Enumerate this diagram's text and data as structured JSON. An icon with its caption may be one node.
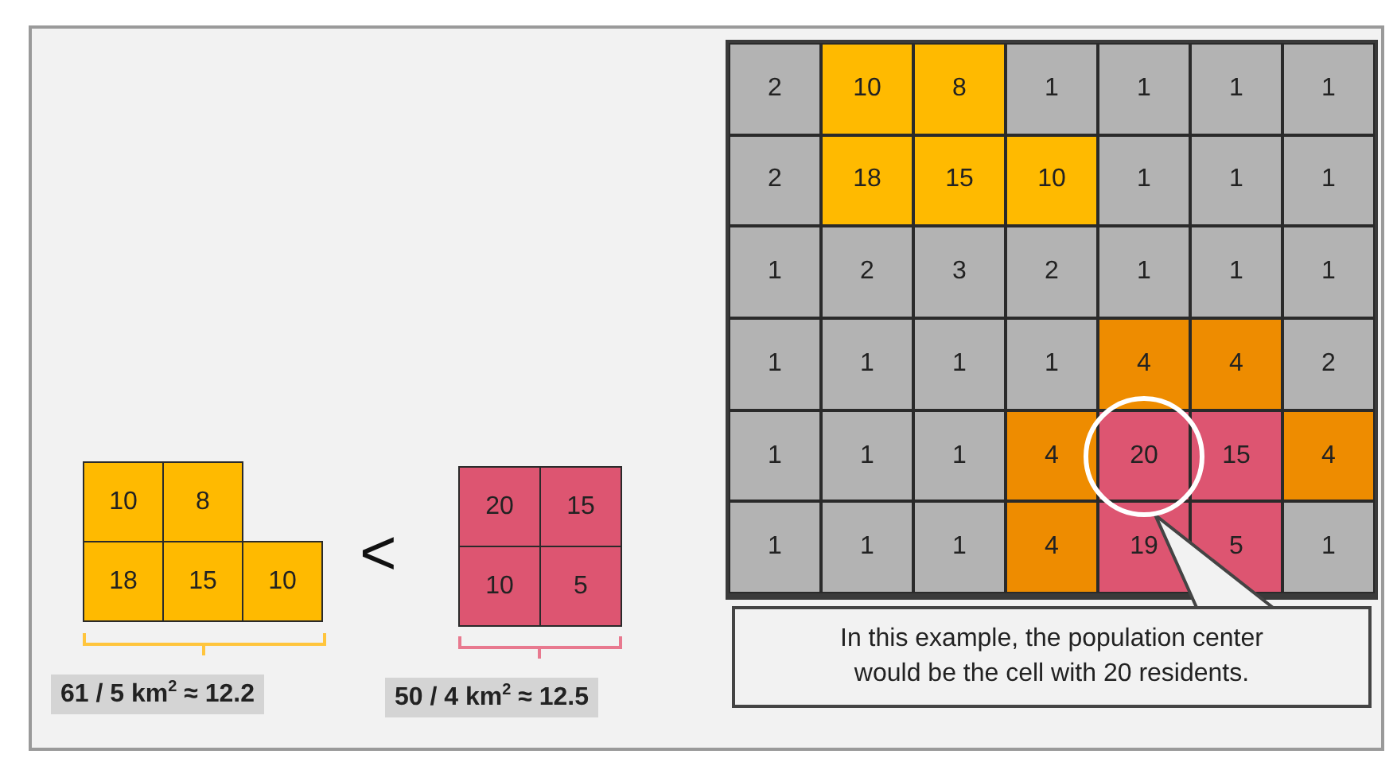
{
  "diagram": {
    "nodes": [
      {
        "text": [
          "2"
        ]
      },
      {
        "text": [
          "10"
        ]
      },
      {
        "text": [
          "8"
        ]
      },
      {
        "text": [
          "1"
        ]
      },
      {
        "text": [
          "1"
        ]
      },
      {
        "text": [
          "1"
        ]
      },
      {
        "text": [
          "1"
        ]
      },
      {
        "text": [
          "2"
        ]
      },
      {
        "text": [
          "18"
        ]
      },
      {
        "text": [
          "15"
        ]
      },
      {
        "text": [
          "10"
        ]
      },
      {
        "text": [
          "1"
        ]
      },
      {
        "text": [
          "1"
        ]
      },
      {
        "text": [
          "1"
        ]
      },
      {
        "text": [
          "1"
        ]
      },
      {
        "text": [
          "2"
        ]
      },
      {
        "text": [
          "3"
        ]
      },
      {
        "text": [
          "2"
        ]
      },
      {
        "text": [
          "1"
        ]
      },
      {
        "text": [
          "1"
        ]
      },
      {
        "text": [
          "1"
        ]
      },
      {
        "text": [
          "1"
        ]
      },
      {
        "text": [
          "1"
        ]
      },
      {
        "text": [
          "1"
        ]
      },
      {
        "text": [
          "1"
        ]
      },
      {
        "text": [
          "4"
        ]
      },
      {
        "text": [
          "4"
        ]
      },
      {
        "text": [
          "2"
        ]
      },
      {
        "text": [
          "1"
        ]
      },
      {
        "text": [
          "1"
        ]
      },
      {
        "text": [
          "1"
        ]
      },
      {
        "text": [
          "4"
        ]
      },
      {
        "text": [
          "20"
        ]
      },
      {
        "text": [
          "15"
        ]
      },
      {
        "text": [
          "4"
        ]
      },
      {
        "text": [
          "1"
        ]
      },
      {
        "text": [
          "1"
        ]
      },
      {
        "text": [
          "1"
        ]
      },
      {
        "text": [
          "4"
        ]
      },
      {
        "text": [
          "19"
        ]
      },
      {
        "text": [
          "5"
        ]
      },
      {
        "text": [
          "1"
        ]
      },
      {
        "text": [
          "In this example, the population center would be the cell with 20 residents."
        ]
      },
      {
        "text": [
          "10"
        ]
      },
      {
        "text": [
          "8"
        ]
      },
      {
        "text": [
          "18"
        ]
      },
      {
        "text": [
          "15"
        ]
      },
      {
        "text": [
          "10"
        ]
      },
      {
        "text": [
          "20"
        ]
      },
      {
        "text": [
          "15"
        ]
      },
      {
        "text": [
          "10"
        ]
      },
      {
        "text": [
          "5"
        ]
      }
    ],
    "labels": [
      "<",
      "61 / 5 km$^{2}$ ≈ 12.2",
      "50 / 4 km$^{2}$ ≈ 12.5"
    ]
  }
}
